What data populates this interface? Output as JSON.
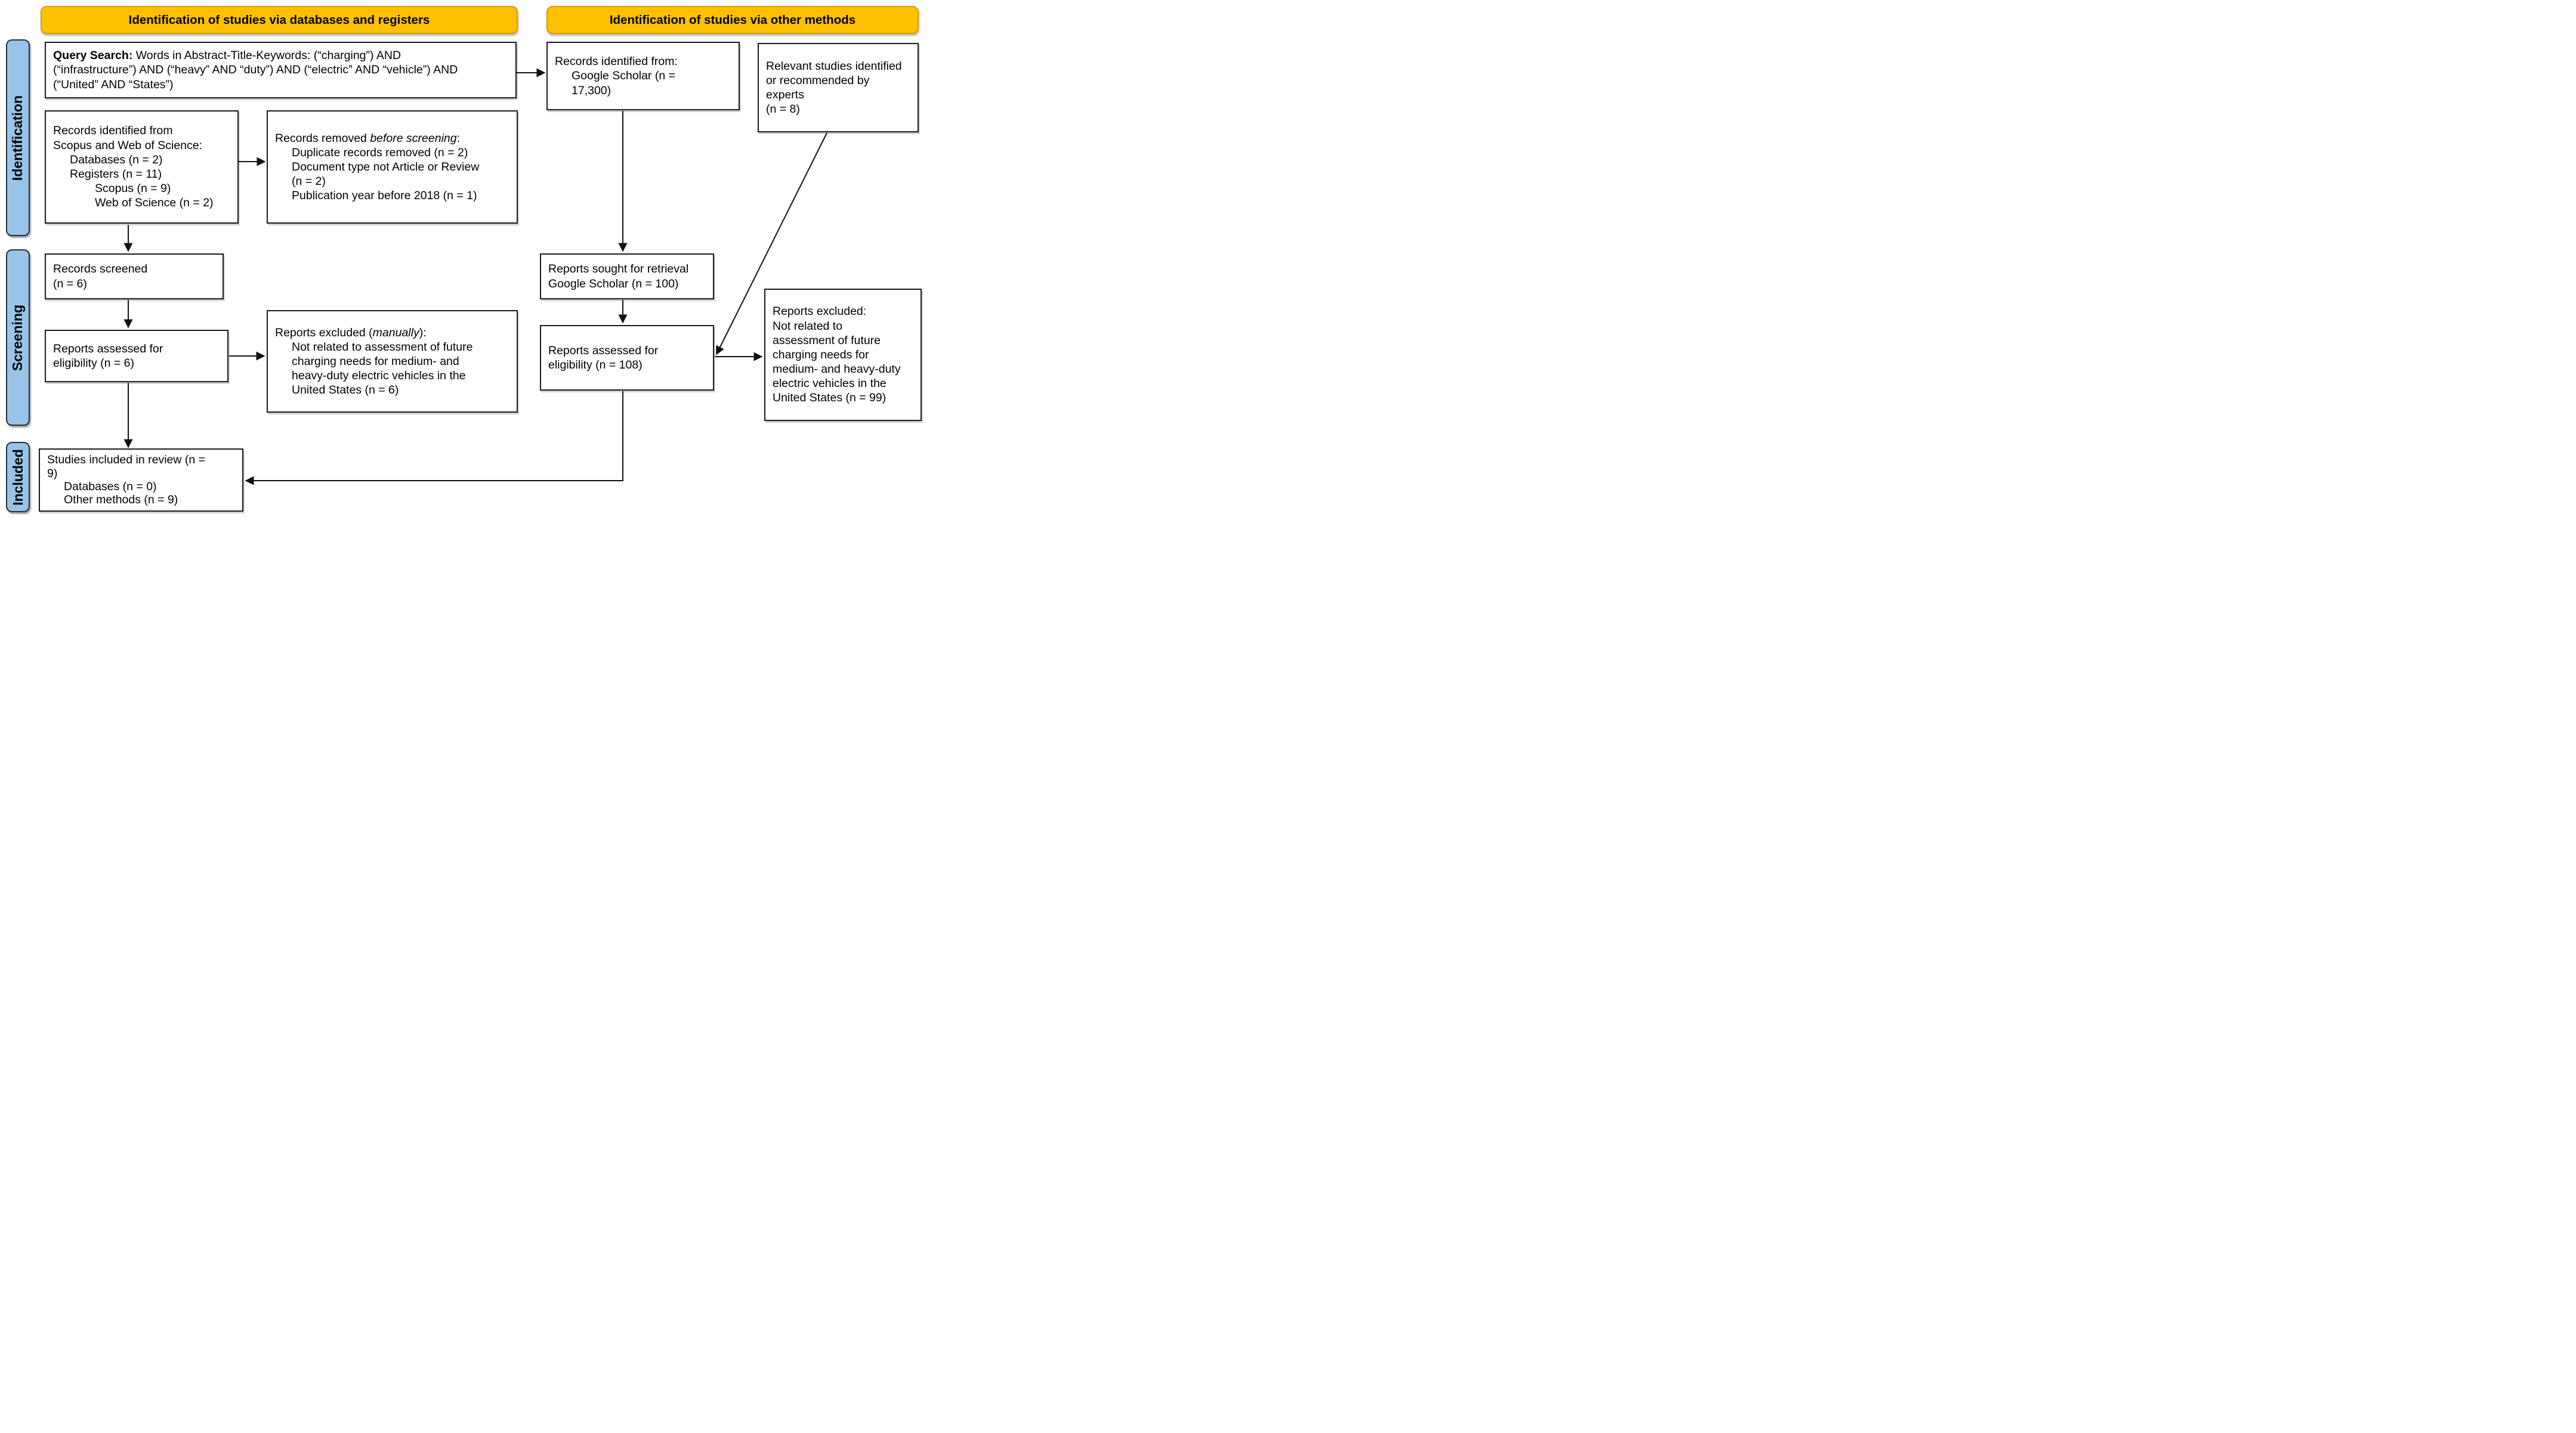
{
  "headers": {
    "left": "Identification of studies via databases and registers",
    "right": "Identification of studies via other methods"
  },
  "side_labels": {
    "identification": "Identification",
    "screening": "Screening",
    "included": "Included"
  },
  "colors": {
    "header_fill": "#FFC000",
    "header_border": "#E09900",
    "side_fill": "#97C4E8",
    "box_border": "#1a1a1a",
    "arrow": "#111111"
  },
  "boxes": {
    "query": {
      "line1_bold": "Query Search:",
      "line1_rest": " Words in Abstract-Title-Keywords: (“charging”) AND",
      "line2": "(“infrastructure”) AND (“heavy” AND “duty”) AND (“electric” AND “vehicle”) AND",
      "line3": "(“United” AND “States”)"
    },
    "db_identified": {
      "lines": [
        "Records identified from",
        "Scopus and Web of Science:",
        "Databases (n = 2)",
        "Registers (n = 11)",
        "Scopus (n = 9)",
        "Web of Science (n = 2)"
      ]
    },
    "removed": {
      "header_pre": "Records removed ",
      "header_italic": "before screening",
      "header_post": ":",
      "items": [
        "Duplicate records removed (n = 2)",
        "Document type not Article or Review",
        "(n = 2)",
        "Publication year before 2018 (n = 1)"
      ]
    },
    "google": {
      "lines": [
        "Records identified from:",
        "Google Scholar (n =",
        "17,300)"
      ]
    },
    "relevant": {
      "lines": [
        "Relevant studies identified",
        "or recommended by",
        "experts",
        "(n = 8)"
      ]
    },
    "screened": {
      "lines": [
        "Records screened",
        "(n = 6)"
      ]
    },
    "assessed_db": {
      "lines": [
        "Reports assessed for",
        "eligibility (n = 6)"
      ]
    },
    "excluded_manual": {
      "header_pre": "Reports excluded (",
      "header_italic": "manually",
      "header_post": "):",
      "items": [
        "Not related to assessment of future",
        "charging needs for medium- and",
        "heavy-duty electric vehicles in the",
        "United States (n = 6)"
      ]
    },
    "sought": {
      "lines": [
        "Reports sought for retrieval",
        "Google Scholar (n = 100)"
      ]
    },
    "assessed_gs": {
      "lines": [
        "Reports assessed for",
        "eligibility (n = 108)"
      ]
    },
    "excluded_gs": {
      "lines": [
        "Reports excluded:",
        "Not related to",
        "assessment of future",
        "charging needs for",
        "medium- and heavy-duty",
        "electric vehicles in the",
        "United States (n = 99)"
      ]
    },
    "included": {
      "lines": [
        "Studies included in review (n =",
        "9)",
        "Databases (n = 0)",
        "Other methods (n = 9)"
      ]
    }
  }
}
